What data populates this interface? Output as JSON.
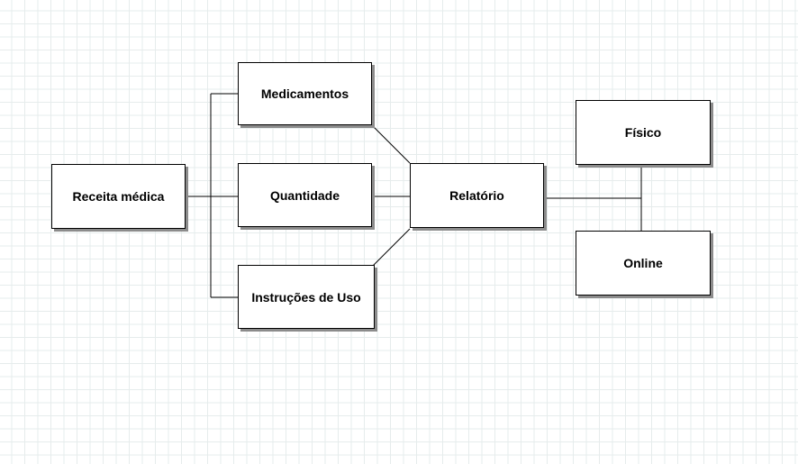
{
  "diagram": {
    "nodes": {
      "receita": "Receita médica",
      "medicamentos": "Medicamentos",
      "quantidade": "Quantidade",
      "instrucoes": "Instruções de Uso",
      "relatorio": "Relatório",
      "fisico": "Físico",
      "online": "Online"
    }
  }
}
